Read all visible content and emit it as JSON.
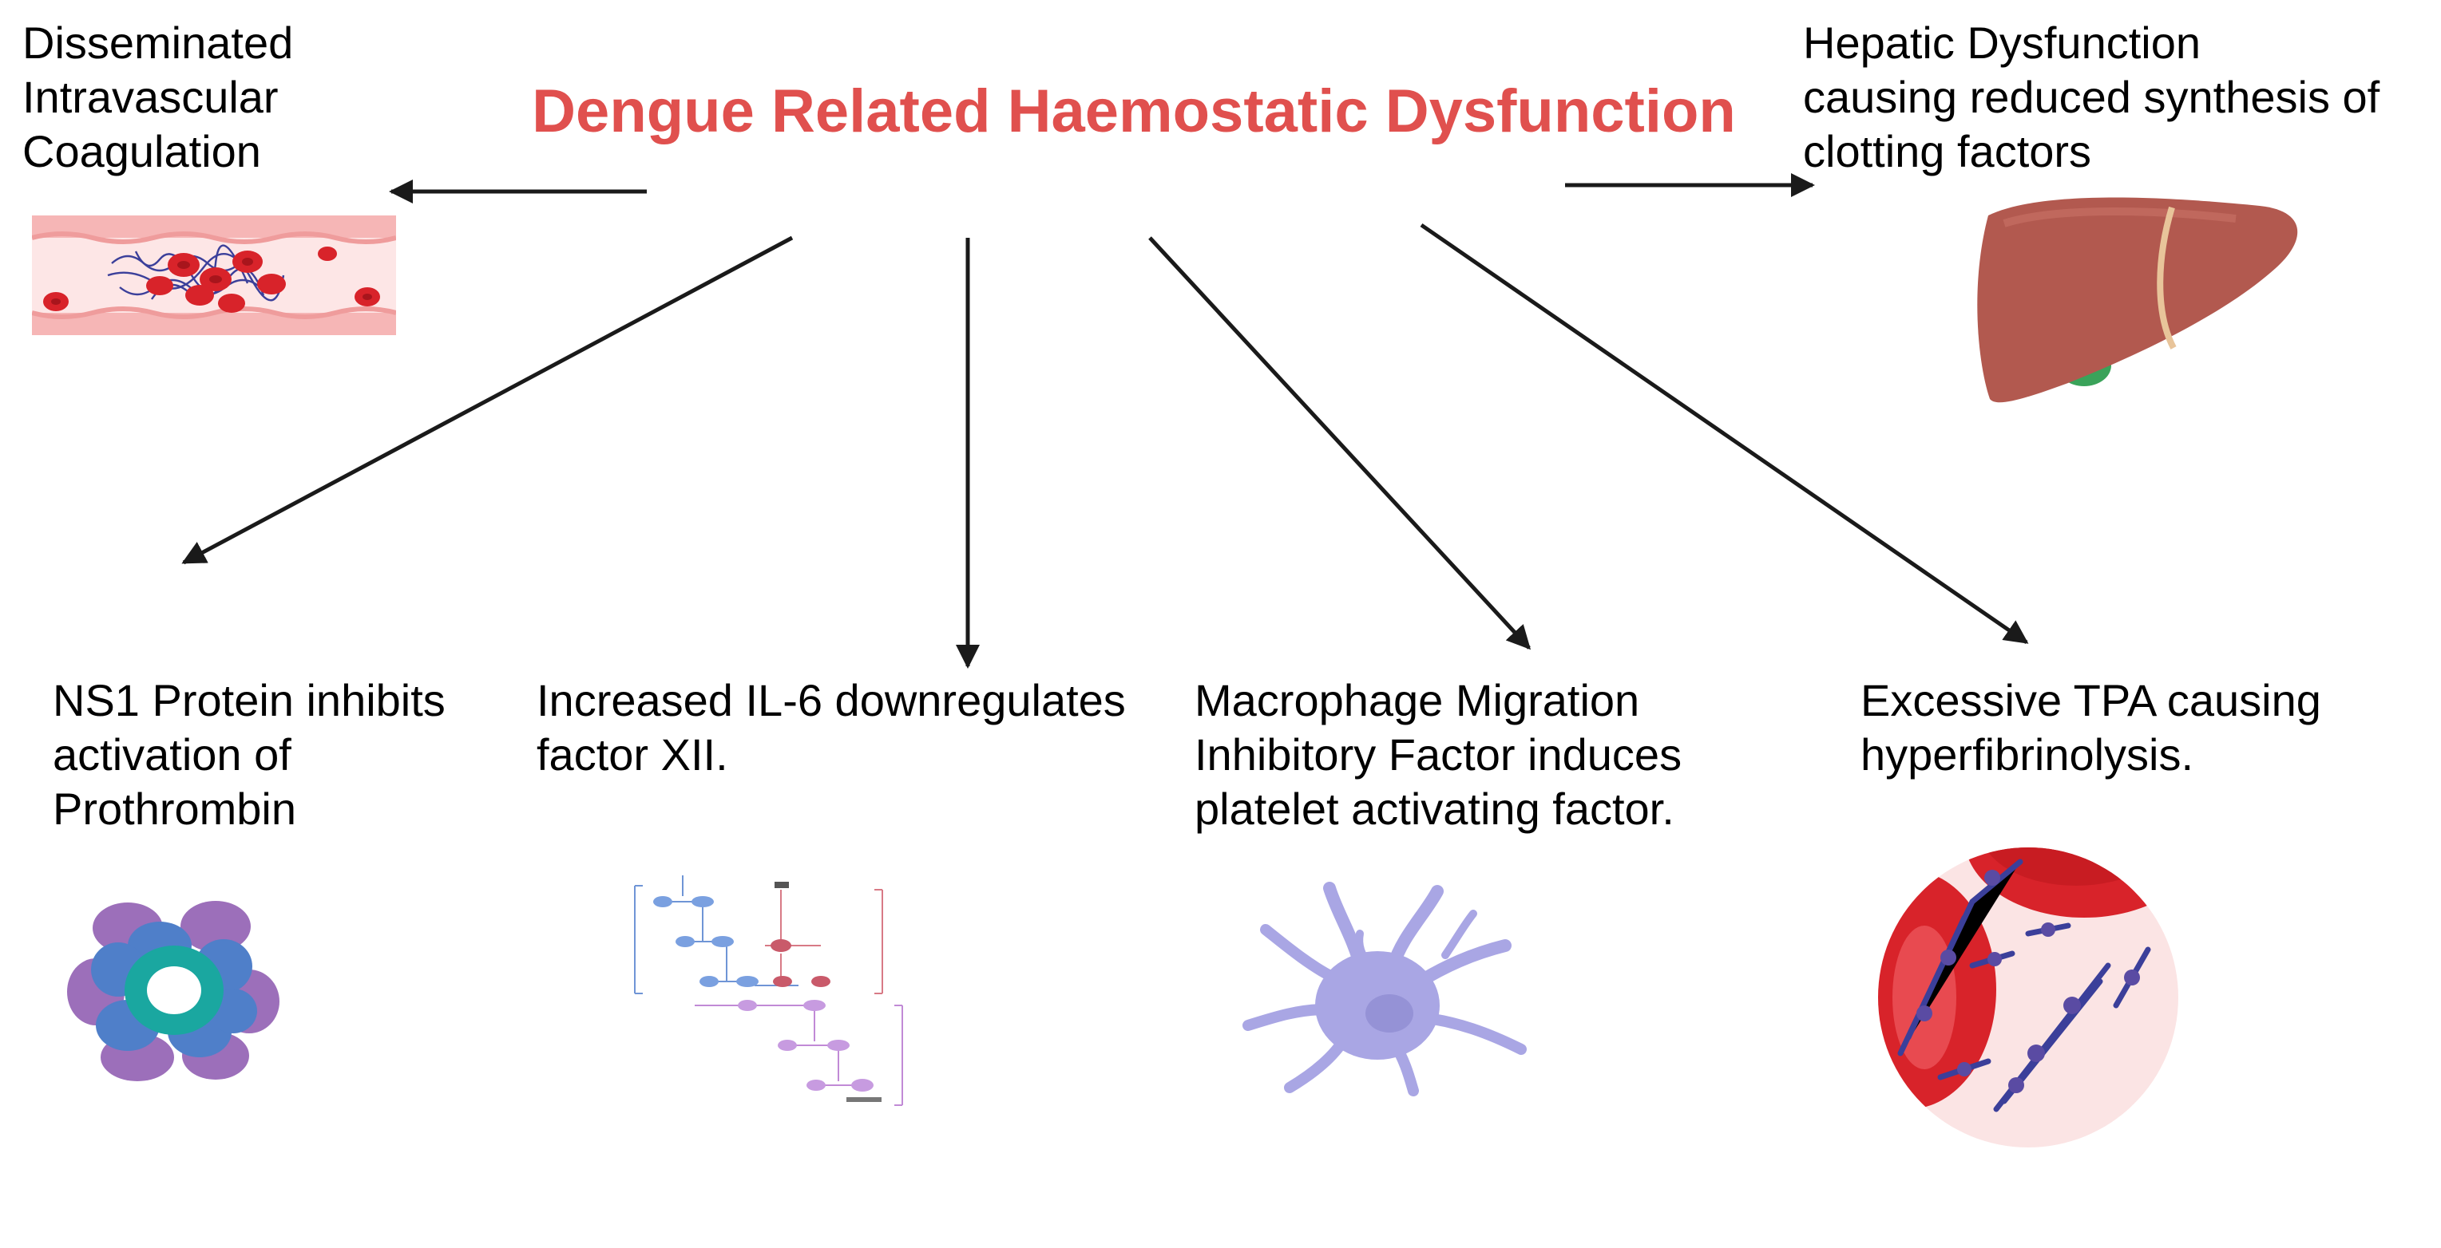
{
  "title": "Dengue Related Haemostatic Dysfunction",
  "effects": {
    "dic": "Disseminated\nIntravascular\nCoagulation",
    "hepatic": "Hepatic Dysfunction\ncausing reduced synthesis of\nclotting factors",
    "ns1": "NS1 Protein inhibits\nactivation of\nProthrombin",
    "il6": "Increased IL-6 downregulates\nfactor XII.",
    "mif": "Macrophage Migration\nInhibitory Factor induces\nplatelet activating factor.",
    "tpa": "Excessive TPA causing\nhyperfibrinolysis."
  },
  "icons": {
    "dic": "blood-vessel-clot-icon",
    "hepatic": "liver-icon",
    "ns1": "ns1-hexamer-icon",
    "il6": "coagulation-cascade-icon",
    "mif": "macrophage-icon",
    "tpa": "fibrinolysis-icon"
  },
  "colors": {
    "title": "#e0504e",
    "arrow": "#1a1a1a"
  }
}
